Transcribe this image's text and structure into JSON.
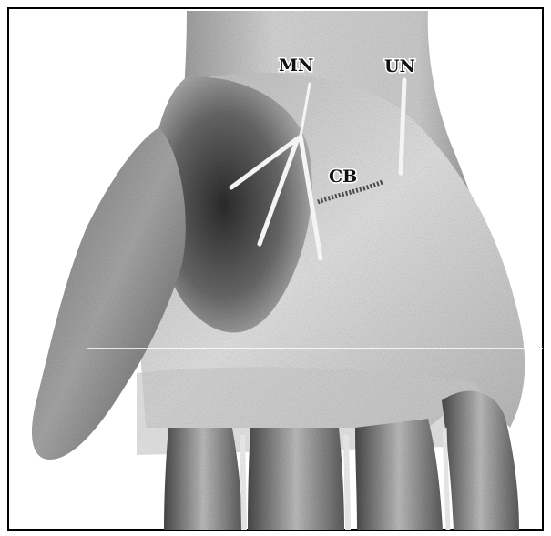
{
  "labels": {
    "median_nerve": "MN",
    "ulnar_nerve": "UN",
    "carpal_bone": "CB"
  },
  "colors": {
    "border": "#000000",
    "background": "#ffffff",
    "skin_light": "#e6e6e6",
    "skin_mid": "#a8a8a8",
    "skin_dark": "#3a3a3a",
    "needle": "#f4f4f4"
  }
}
